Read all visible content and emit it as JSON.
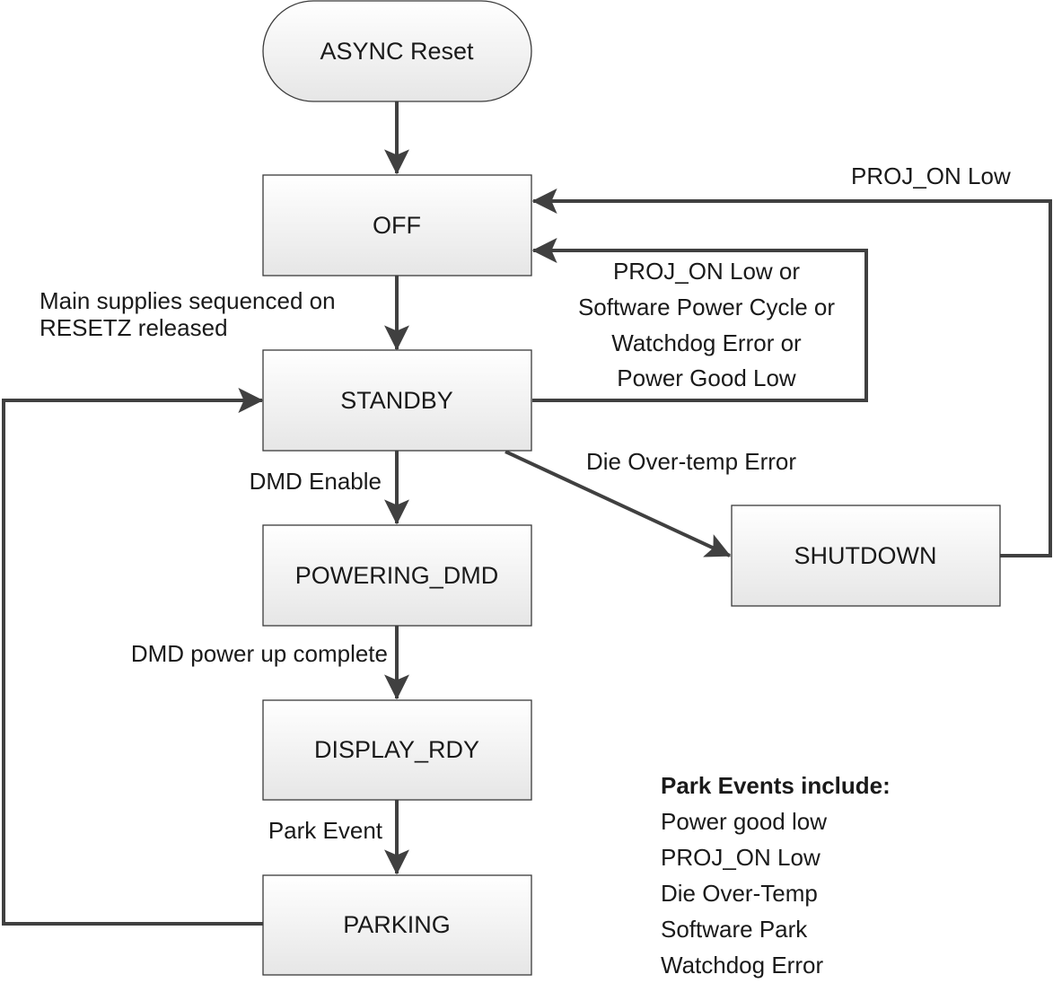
{
  "states": {
    "async_reset": "ASYNC Reset",
    "off": "OFF",
    "standby": "STANDBY",
    "powering_dmd": "POWERING_DMD",
    "display_rdy": "DISPLAY_RDY",
    "parking": "PARKING",
    "shutdown": "SHUTDOWN"
  },
  "transitions": {
    "off_to_standby": [
      "Main supplies sequenced on",
      "RESETZ released"
    ],
    "standby_to_off": [
      "PROJ_ON Low or",
      "Software Power Cycle or",
      "Watchdog Error or",
      "Power Good Low"
    ],
    "shutdown_to_off": "PROJ_ON Low",
    "standby_to_shutdown": "Die Over-temp Error",
    "standby_to_powering": "DMD Enable",
    "powering_to_display": "DMD power up complete",
    "display_to_parking": "Park Event"
  },
  "legend": {
    "title": "Park Events include:",
    "items": [
      "Power good low",
      "PROJ_ON Low",
      "Die Over-Temp",
      "Software Park",
      "Watchdog Error"
    ]
  },
  "colors": {
    "box_fill_top": "#ffffff",
    "box_fill_bottom": "#e6e6e6",
    "box_stroke": "#3a3a3a",
    "edge": "#404040",
    "text": "#1a1a1a"
  }
}
